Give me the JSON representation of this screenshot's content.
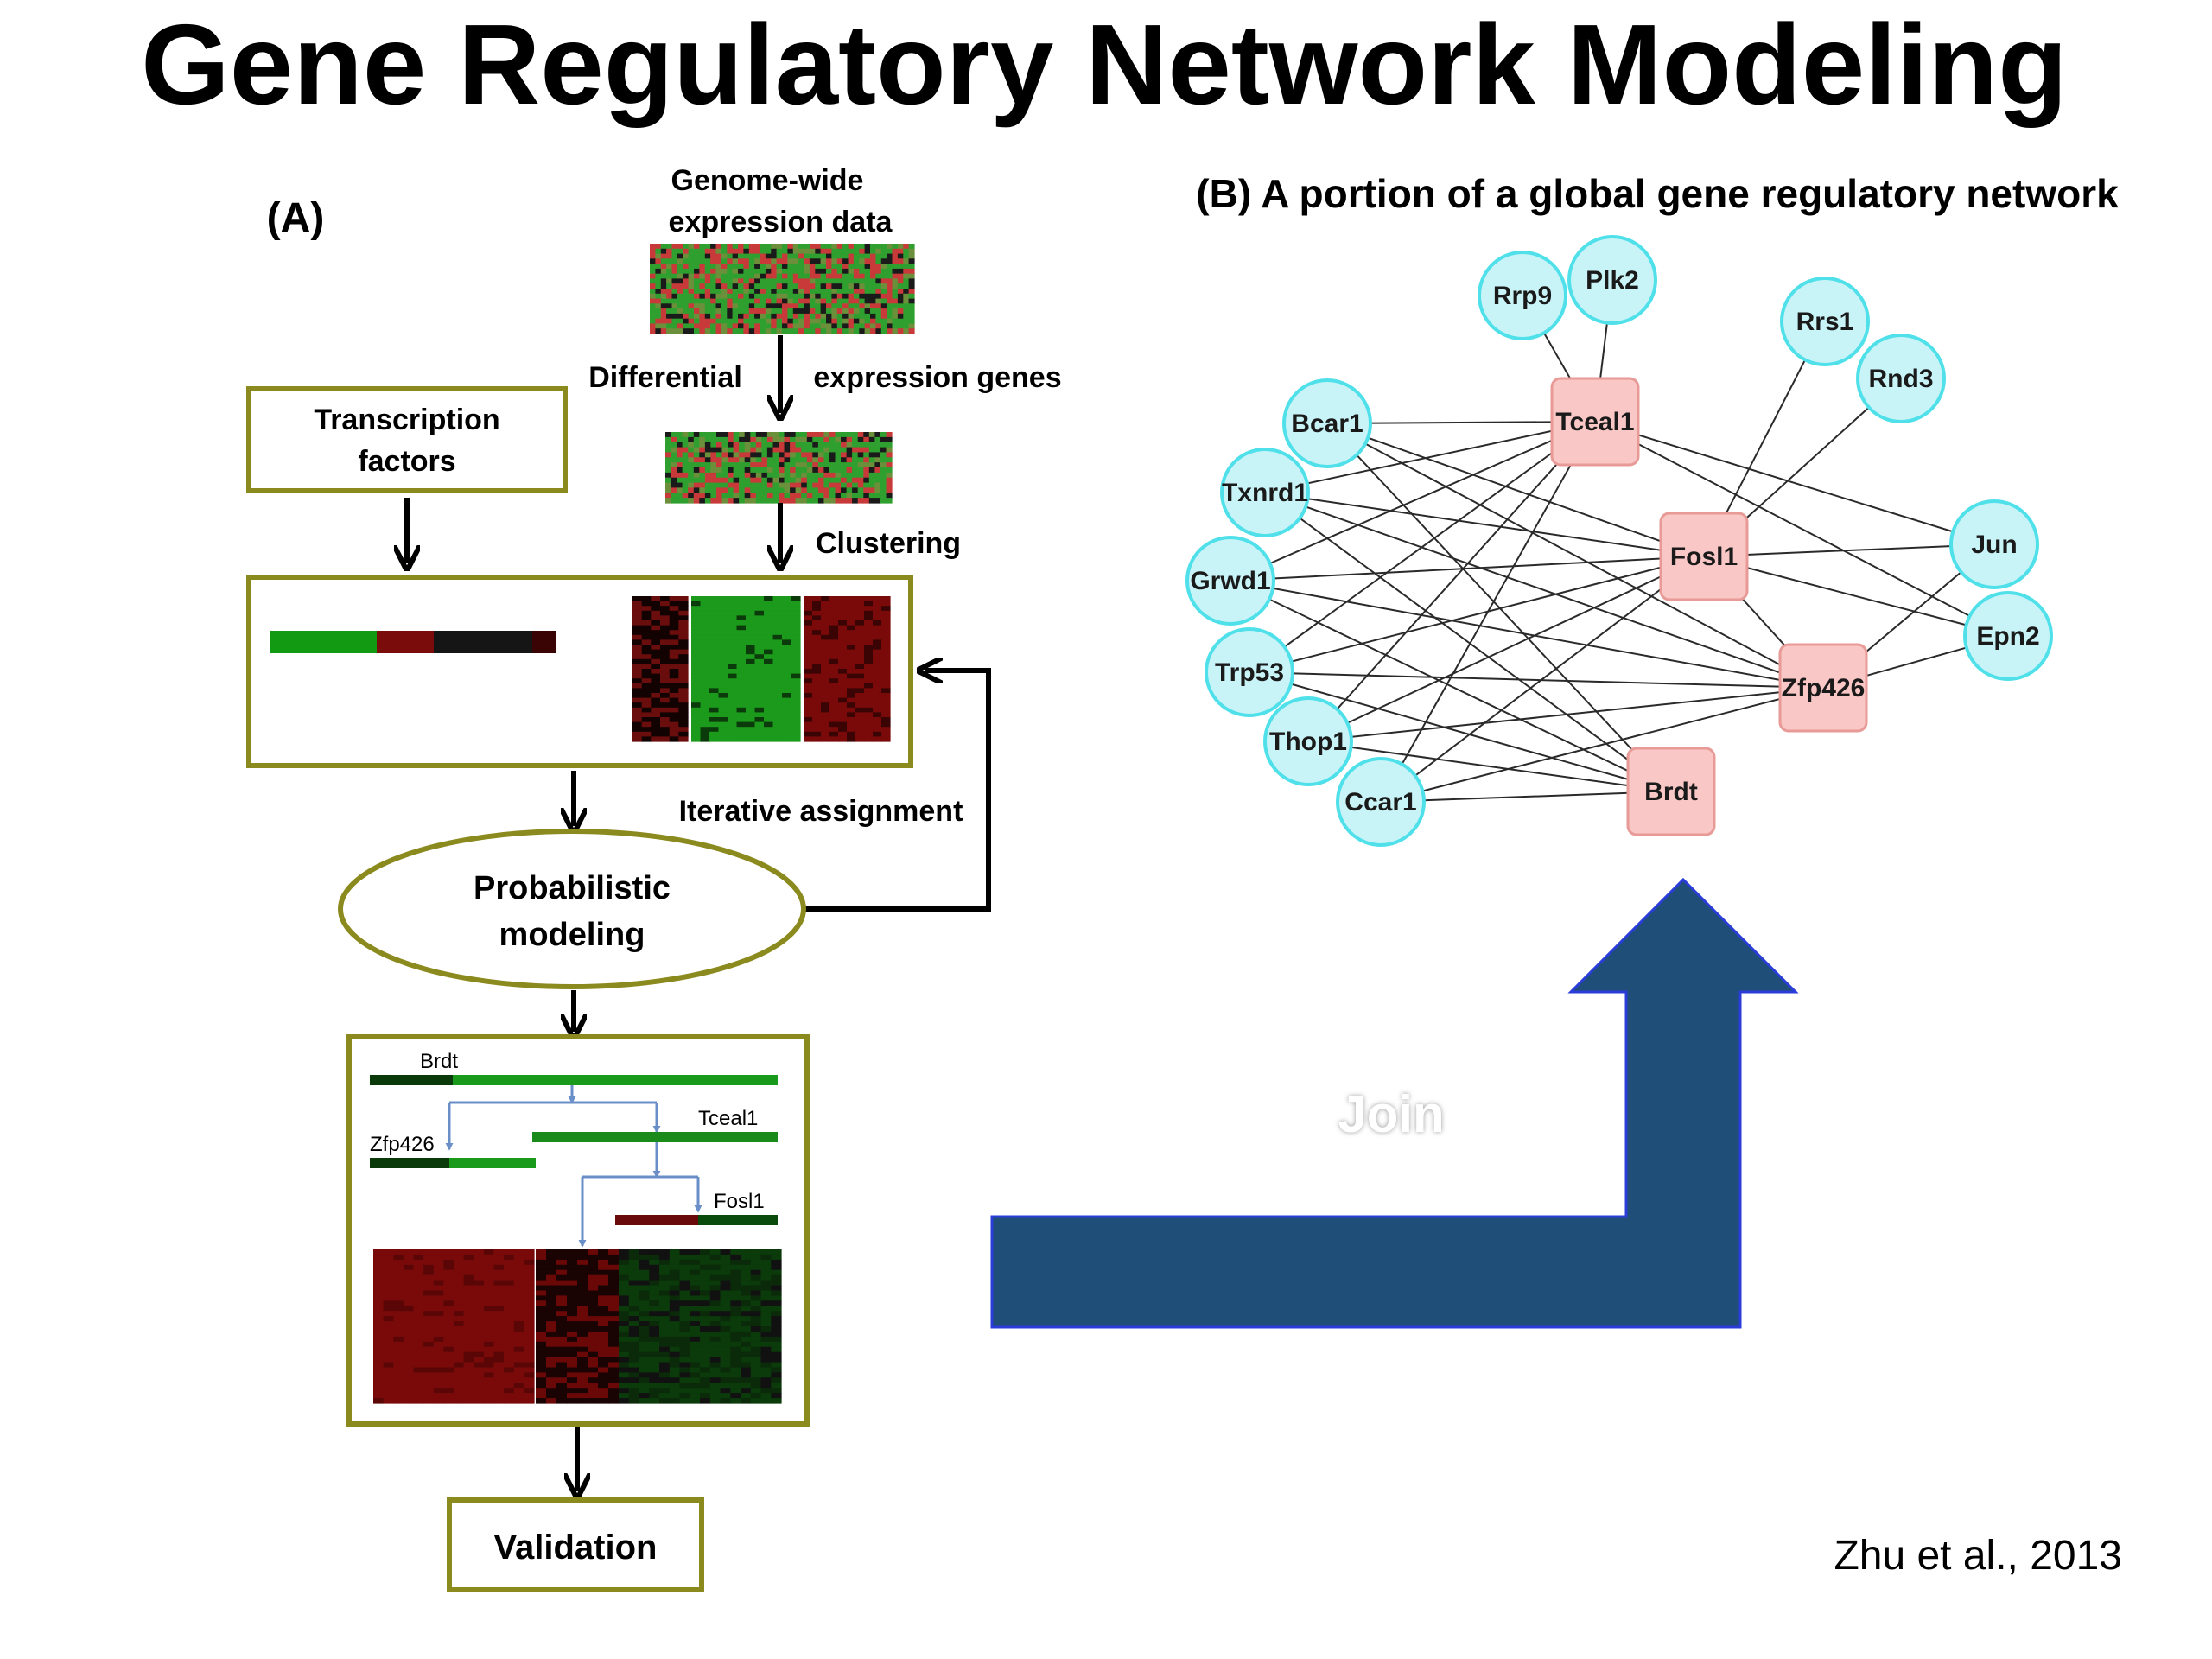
{
  "title": "Gene Regulatory Network Modeling",
  "citation": "Zhu et al., 2013",
  "panel_a": {
    "label": "(A)",
    "genome_wide": [
      "Genome-wide",
      "expression data"
    ],
    "differential": "Differential",
    "expression_genes": "expression genes",
    "transcription_factors": [
      "Transcription",
      "factors"
    ],
    "clustering": "Clustering",
    "iterative_assignment": "Iterative assignment",
    "probabilistic_modeling": [
      "Probabilistic",
      "modeling"
    ],
    "validation": "Validation",
    "tree": {
      "brdt": "Brdt",
      "tceal1": "Tceal1",
      "zfp426": "Zfp426",
      "fosl1": "Fosl1"
    }
  },
  "panel_b": {
    "label": "(B) A portion of a global gene regulatory network",
    "regulators": [
      "Tceal1",
      "Fosl1",
      "Zfp426",
      "Brdt"
    ],
    "targets": [
      "Rrp9",
      "Plk2",
      "Rrs1",
      "Rnd3",
      "Bcar1",
      "Txnrd1",
      "Grwd1",
      "Trp53",
      "Thop1",
      "Ccar1",
      "Jun",
      "Epn2"
    ],
    "edges": [
      [
        "Tceal1",
        "Rrp9"
      ],
      [
        "Tceal1",
        "Plk2"
      ],
      [
        "Tceal1",
        "Bcar1"
      ],
      [
        "Tceal1",
        "Txnrd1"
      ],
      [
        "Tceal1",
        "Grwd1"
      ],
      [
        "Tceal1",
        "Trp53"
      ],
      [
        "Tceal1",
        "Thop1"
      ],
      [
        "Tceal1",
        "Ccar1"
      ],
      [
        "Tceal1",
        "Jun"
      ],
      [
        "Tceal1",
        "Epn2"
      ],
      [
        "Fosl1",
        "Rrs1"
      ],
      [
        "Fosl1",
        "Rnd3"
      ],
      [
        "Fosl1",
        "Bcar1"
      ],
      [
        "Fosl1",
        "Txnrd1"
      ],
      [
        "Fosl1",
        "Grwd1"
      ],
      [
        "Fosl1",
        "Trp53"
      ],
      [
        "Fosl1",
        "Thop1"
      ],
      [
        "Fosl1",
        "Ccar1"
      ],
      [
        "Fosl1",
        "Jun"
      ],
      [
        "Fosl1",
        "Epn2"
      ],
      [
        "Zfp426",
        "Bcar1"
      ],
      [
        "Zfp426",
        "Txnrd1"
      ],
      [
        "Zfp426",
        "Grwd1"
      ],
      [
        "Zfp426",
        "Trp53"
      ],
      [
        "Zfp426",
        "Thop1"
      ],
      [
        "Zfp426",
        "Ccar1"
      ],
      [
        "Zfp426",
        "Jun"
      ],
      [
        "Zfp426",
        "Epn2"
      ],
      [
        "Brdt",
        "Bcar1"
      ],
      [
        "Brdt",
        "Txnrd1"
      ],
      [
        "Brdt",
        "Grwd1"
      ],
      [
        "Brdt",
        "Trp53"
      ],
      [
        "Brdt",
        "Thop1"
      ],
      [
        "Brdt",
        "Ccar1"
      ],
      [
        "Fosl1",
        "Zfp426"
      ]
    ]
  },
  "arrow_label": "Join",
  "colors": {
    "box_border": "#8b8a1e",
    "arrow_fill": "#1f4e79",
    "node_fill": "#c8f4f8",
    "node_stroke": "#4fe0ea",
    "reg_fill": "#f9c8c6",
    "reg_stroke": "#e89a97"
  }
}
